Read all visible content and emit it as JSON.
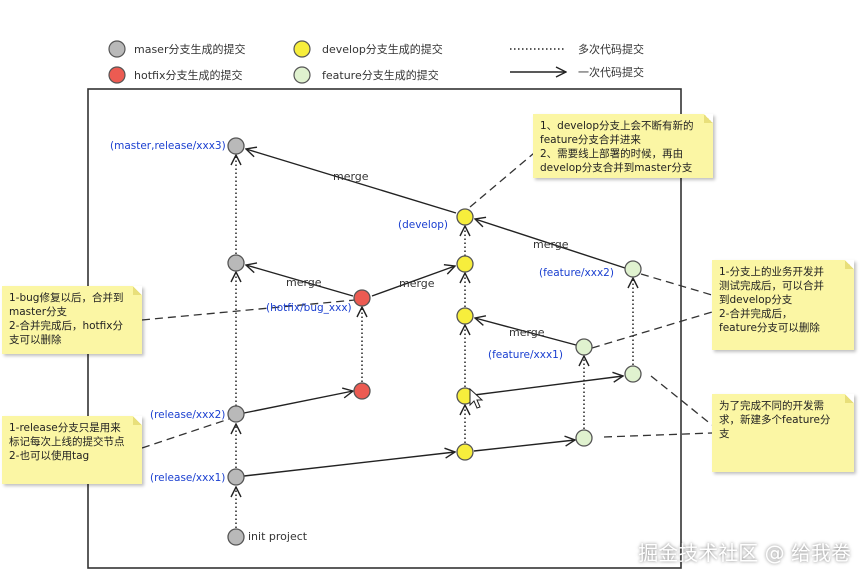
{
  "legend": {
    "master": "maser分支生成的提交",
    "develop": "develop分支生成的提交",
    "hotfix": "hotfix分支生成的提交",
    "feature": "feature分支生成的提交",
    "dotted": "多次代码提交",
    "solid": "一次代码提交"
  },
  "labels": {
    "master_release_3": "(master,release/xxx3)",
    "hotfix": "(hotfix/bug_xxx)",
    "release_2": "(release/xxx2)",
    "release_1": "(release/xxx1)",
    "init": "init project",
    "develop": "(develop)",
    "feature_2": "(feature/xxx2)",
    "feature_1": "(feature/xxx1)"
  },
  "merges": {
    "m1": "merge",
    "m2": "merge",
    "m3": "merge",
    "m4": "merge",
    "m5": "merge"
  },
  "notes": {
    "develop_note": "1、develop分支上会不断有新的\nfeature分支合并进来\n2、需要线上部署的时候，再由\ndevelop分支合并到master分支",
    "hotfix_note": "1-bug修复以后，合并到\nmaster分支\n2-合并完成后，hotfix分\n支可以删除",
    "release_note": "1-release分支只是用来\n标记每次上线的提交节点\n2-也可以使用tag",
    "feature_note": "1-分支上的业务开发并\n测试完成后，可以合并\n到develop分支\n2-合并完成后，\nfeature分支可以删除",
    "feature_new_note": "为了完成不同的开发需\n求，新建多个feature分\n支"
  },
  "watermark": "掘金技术社区 @ 给我卷",
  "colors": {
    "master": "#b9b9b9",
    "develop": "#f7ee3c",
    "hotfix": "#ec5b52",
    "feature": "#e0f2cf"
  }
}
